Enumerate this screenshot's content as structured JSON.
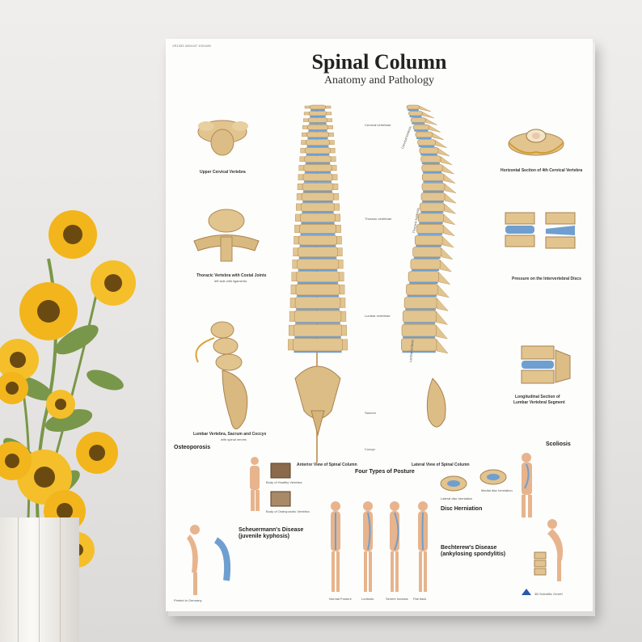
{
  "poster": {
    "code": "VR1353 4004447 1001480",
    "title": "Spinal Column",
    "subtitle": "Anatomy and Pathology",
    "captions": {
      "upper_cervical": "Upper Cervical Vertebra",
      "thoracic": "Thoracic Vertebra with Costal Joints",
      "thoracic_sub": "left side with ligaments",
      "lumbar": "Lumbar Vertebra, Sacrum and Coccyx",
      "lumbar_sub": "with spinal nerves",
      "anterior": "Anterior View of Spinal Column",
      "lateral": "Lateral View of Spinal Column",
      "horizontal": "Horizontal Section of 4th Cervical Vertebra",
      "pressure": "Pressure on the Intervertebral Discs",
      "longitudinal": "Longitudinal Section of",
      "longitudinal2": "Lumbar Vertebral Segment",
      "healthy": "Body of Healthy Vertebra",
      "osteoporotic": "Body of Osteoporotic Vertebra",
      "lateral_hernia": "Lateral disc herniation",
      "medial_hernia": "Medial disc herniation",
      "normal": "Normal Posture",
      "lordosis": "Lordosis",
      "severe": "Severe lordosis",
      "flat": "Flat back"
    },
    "headings": {
      "osteoporosis": "Osteoporosis",
      "four_types": "Four Types of Posture",
      "disc_herniation": "Disc Herniation",
      "scoliosis": "Scoliosis",
      "scheuermann": "Scheuermann's Disease",
      "scheuermann2": "(juvenile kyphosis)",
      "bechterew": "Bechterew's Disease",
      "bechterew2": "(ankylosing spondylitis)"
    },
    "regions": {
      "cervical_lordosis": "Cervical lordosis",
      "thoracic_kyphosis": "Thoracic kyphosis",
      "lumbar_lordosis": "Lumbar lordosis",
      "cervical_vertebrae": "Cervical vertebrae",
      "thoracic_vertebrae": "Thoracic vertebrae",
      "lumbar_vertebrae": "Lumbar vertebrae",
      "sacrum": "Sacrum",
      "coccyx": "Coccyx"
    },
    "publisher": "3B Scientific GmbH",
    "printed": "Printed in Germany"
  },
  "colors": {
    "bone": "#e2c48f",
    "bone_dark": "#b08a55",
    "disc": "#6f9fd0",
    "flower": "#f2b51c",
    "flower_center": "#6b4a12",
    "leaf": "#6e8f3a"
  }
}
